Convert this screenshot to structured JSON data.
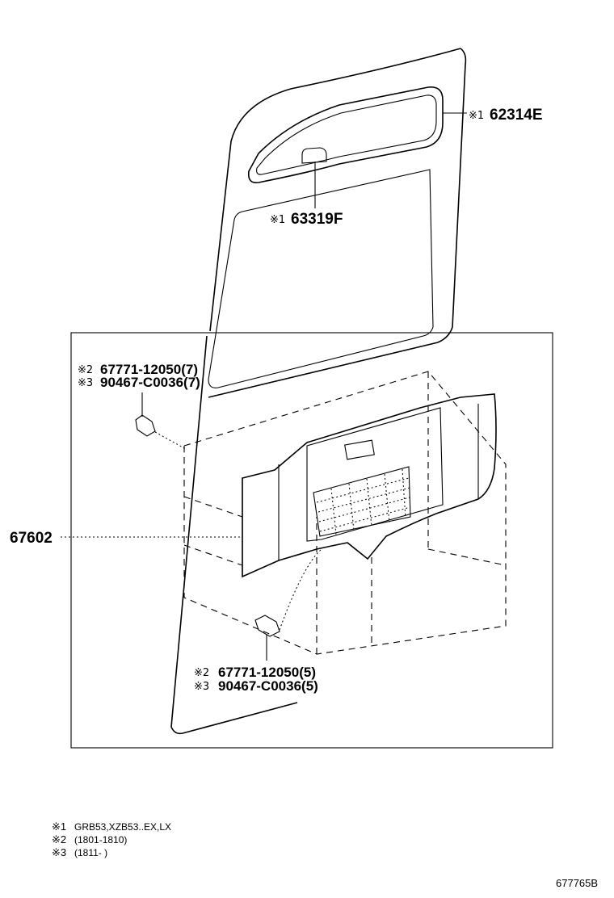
{
  "callouts": {
    "molding": {
      "mark": "※1",
      "part": "62314E"
    },
    "light": {
      "mark": "※1",
      "part": "63319F"
    },
    "clip_upper_a": {
      "mark": "※2",
      "part": "67771-12050(7)"
    },
    "clip_upper_b": {
      "mark": "※3",
      "part": "90467-C0036(7)"
    },
    "panel": {
      "part": "67602"
    },
    "clip_lower_a": {
      "mark": "※2",
      "part": "67771-12050(5)"
    },
    "clip_lower_b": {
      "mark": "※3",
      "part": "90467-C0036(5)"
    }
  },
  "legend": {
    "note1": {
      "mark": "※1",
      "text": "GRB53,XZB53..EX,LX"
    },
    "note2": {
      "mark": "※2",
      "text": "(1801-1810)"
    },
    "note3": {
      "mark": "※3",
      "text": "(1811-      )"
    }
  },
  "diagram_id": "677765B"
}
